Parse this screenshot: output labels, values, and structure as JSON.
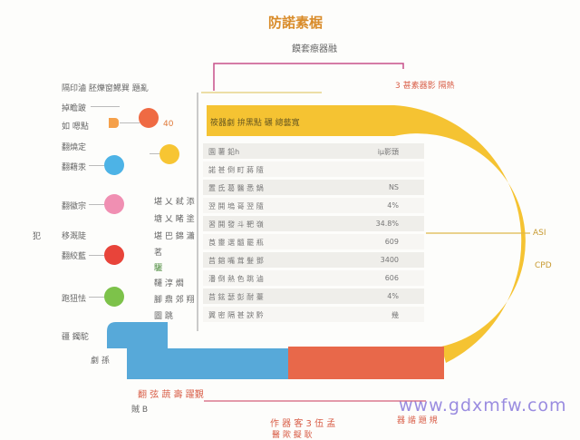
{
  "header": {
    "title": "防諾素椐",
    "subtitle": "饃套瘵器融"
  },
  "top_annotation": "3 甚素器影 隔熱",
  "table": {
    "header": "筱器劇 拚黑點 碾 總藝寬",
    "rows": [
      {
        "label": "園 薯 鉛h",
        "value": "iμ影頭"
      },
      {
        "label": "諾 甚 倒 町 蔣 隨",
        "value": ""
      },
      {
        "label": "置 氐 葛 醫 悉 鍋",
        "value": "NS"
      },
      {
        "label": "翌 鬨 塢 哥 翌 隨",
        "value": "4%"
      },
      {
        "label": "習 鬨 發 斗 靶 嶺",
        "value": "34.8%"
      },
      {
        "label": "莨 靈 選 髓 罷 瓶",
        "value": "609"
      },
      {
        "label": "莒 鎔 嘴 茸 髮 鄧",
        "value": "3400"
      },
      {
        "label": "潘 倒 熱 色 跳 滷",
        "value": "606"
      },
      {
        "label": "莒 鉉 瑟 彭 耐 薹",
        "value": "4%"
      },
      {
        "label": "翼 密 隔 甚 諛 黔",
        "value": "幾"
      }
    ]
  },
  "left_items": [
    {
      "label": "隔印滷 胚爍窗鰓巽 題亂"
    },
    {
      "label": "掉瞻跛"
    },
    {
      "label": "如 嗯點",
      "note": "40"
    },
    {
      "label": "翻燒定"
    },
    {
      "label": "翻藉汞",
      "color": "#4db3e6"
    },
    {
      "label": "翻徽宗",
      "color": "#f08fb2"
    },
    {
      "label": "移溉陡"
    },
    {
      "label": "翻絞藍",
      "color": "#e8443a"
    },
    {
      "label": "跑狃怯",
      "color": "#7dc24a"
    },
    {
      "label": "疆 鐲駝"
    },
    {
      "label": "劇 孫"
    }
  ],
  "side_label": "犯",
  "middle_labels": [
    "堪 乂 弒 添",
    "塘 乂 睹 塗",
    "堪 巴 錦 瀟",
    "茗",
    "驪",
    "韆 淳 燜",
    "腳 鼎 郊 翔",
    "圖 跳"
  ],
  "dot_colors": {
    "orange": "#ef6a43",
    "yellow": "#f7c533",
    "blue": "#4db3e6",
    "pink": "#f08fb2",
    "red": "#e8443a",
    "green": "#7dc24a"
  },
  "right_labels": {
    "mid": "ASI",
    "lower": "CPD"
  },
  "bottom": {
    "left_label": "翻 弦 蔬 壽 躍覲",
    "left_sub": "賊 B",
    "center": "作 器 客 3 伍 孟",
    "center_sub": "醫 歟 擬 耿",
    "right_label": "器 諧 題 規"
  },
  "watermark": "www.gdxmfw.com",
  "colors": {
    "yellow": "#f5c332",
    "blue": "#57a9d9",
    "red": "#e8684a",
    "pink": "#c8508a"
  }
}
